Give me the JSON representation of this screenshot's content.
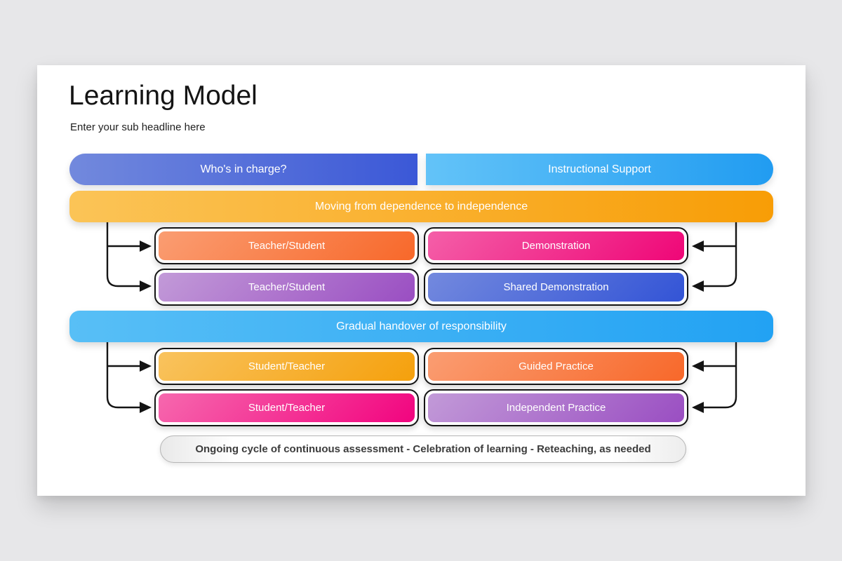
{
  "page": {
    "background": "#e7e7e9"
  },
  "slide": {
    "title": "Learning Model",
    "subtitle": "Enter your sub headline here"
  },
  "headers": {
    "left": {
      "label": "Who's in charge?",
      "gradient": [
        "#7289dd",
        "#3b58d7"
      ]
    },
    "right": {
      "label": "Instructional Support",
      "gradient": [
        "#63c3f8",
        "#219cf1"
      ]
    }
  },
  "bands": {
    "dependence": {
      "label": "Moving from dependence to independence",
      "gradient": [
        "#fbc457",
        "#f89d06"
      ]
    },
    "handover": {
      "label": "Gradual handover of responsibility",
      "gradient": [
        "#58bff6",
        "#22a2f3"
      ]
    }
  },
  "rows": [
    {
      "left": {
        "label": "Teacher/Student",
        "gradient": [
          "#fa9d72",
          "#f8682a"
        ]
      },
      "right": {
        "label": "Demonstration",
        "gradient": [
          "#f45fa8",
          "#ef0677"
        ]
      }
    },
    {
      "left": {
        "label": "Teacher/Student",
        "gradient": [
          "#c29ad8",
          "#9a4ec2"
        ]
      },
      "right": {
        "label": "Shared Demonstration",
        "gradient": [
          "#7389de",
          "#3354d6"
        ]
      }
    },
    {
      "left": {
        "label": "Student/Teacher",
        "gradient": [
          "#f9c35e",
          "#f5a00c"
        ]
      },
      "right": {
        "label": "Guided Practice",
        "gradient": [
          "#fa9d72",
          "#f8682a"
        ]
      }
    },
    {
      "left": {
        "label": "Student/Teacher",
        "gradient": [
          "#f668ae",
          "#f2047f"
        ]
      },
      "right": {
        "label": "Independent Practice",
        "gradient": [
          "#c29ad8",
          "#9a4ec2"
        ]
      }
    }
  ],
  "footer": {
    "label": "Ongoing cycle of continuous assessment - Celebration of learning - Reteaching, as needed"
  },
  "colors": {
    "outline": "#141414",
    "arrow": "#141414",
    "footer_border": "#b5b5b5",
    "text_on_fill": "#ffffff"
  }
}
